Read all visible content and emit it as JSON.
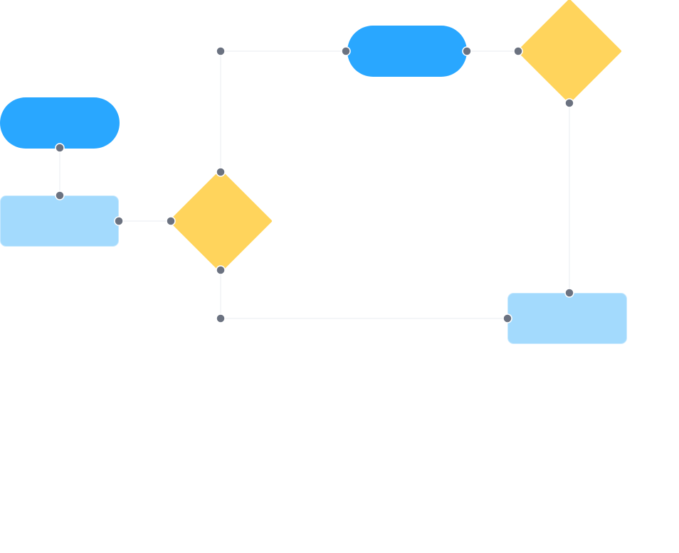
{
  "diagram": {
    "type": "flowchart",
    "colors": {
      "terminal": "#29A7FF",
      "process": "#A3DAFD",
      "process_border": "#C6E8FE",
      "decision": "#FFD45C",
      "port": "#6B7280",
      "port_stroke": "#FFFFFF",
      "edge": "#F1F3F6"
    },
    "nodes": [
      {
        "id": "start-terminal",
        "shape": "terminal",
        "label": ""
      },
      {
        "id": "first-process",
        "shape": "process",
        "label": ""
      },
      {
        "id": "first-decision",
        "shape": "decision",
        "label": ""
      },
      {
        "id": "second-terminal",
        "shape": "terminal",
        "label": ""
      },
      {
        "id": "second-decision",
        "shape": "decision",
        "label": ""
      },
      {
        "id": "second-process",
        "shape": "process",
        "label": ""
      }
    ],
    "edges": [
      {
        "from": "start-terminal",
        "to": "first-process",
        "label": ""
      },
      {
        "from": "first-process",
        "to": "first-decision",
        "label": ""
      },
      {
        "from": "first-decision",
        "to": "second-terminal",
        "label": ""
      },
      {
        "from": "second-terminal",
        "to": "second-decision",
        "label": ""
      },
      {
        "from": "second-decision",
        "to": "second-process",
        "label": ""
      },
      {
        "from": "first-decision",
        "to": "second-process",
        "label": ""
      }
    ]
  }
}
